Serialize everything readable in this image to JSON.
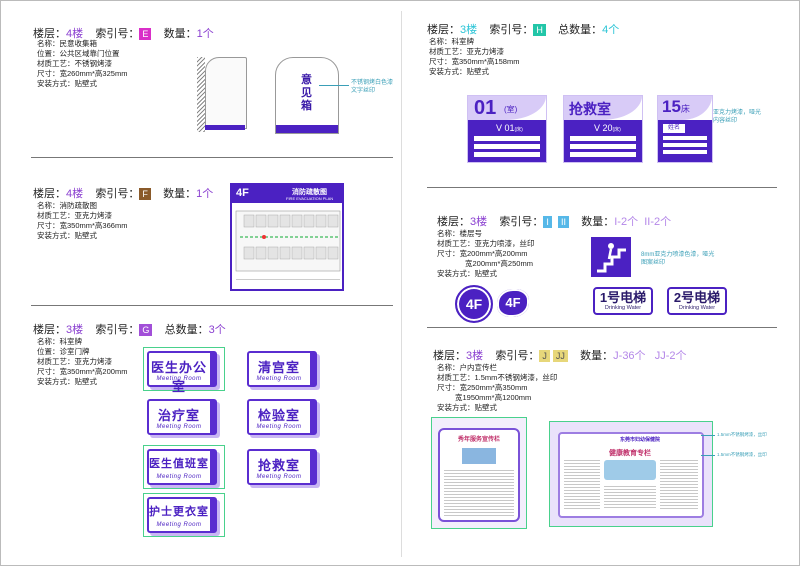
{
  "colors": {
    "accent": "#5a2dd0",
    "purple_text": "#8a3fd0",
    "cyan_text": "#2bc4d6",
    "lavender": "#c9b7f3"
  },
  "sectionE": {
    "floor_label": "楼层：",
    "floor": "4楼",
    "index_label": "索引号：",
    "index": "E",
    "qty_label": "数量：",
    "qty": "1个",
    "lines": [
      "名称：民意收集箱",
      "位置：公共区域靠门位置",
      "材质工艺：不锈钢烤漆",
      "尺寸：宽260mm*高325mm",
      "安装方式：贴壁式"
    ],
    "sign_text": "意见箱",
    "note": "不锈钢烤白色漆\n文字丝印"
  },
  "sectionF": {
    "floor_label": "楼层：",
    "floor": "4楼",
    "index_label": "索引号：",
    "index": "F",
    "qty_label": "数量：",
    "qty": "1个",
    "lines": [
      "名称：消防疏散图",
      "材质工艺：亚克力烤漆",
      "尺寸：宽350mm*高366mm",
      "安装方式：贴壁式"
    ],
    "plan_floor": "4F",
    "plan_title": "消防疏散图",
    "plan_subtitle": "FIRE EVACUATION PLAN"
  },
  "sectionG": {
    "floor_label": "楼层：",
    "floor": "3楼",
    "index_label": "索引号：",
    "index": "G",
    "qty_label": "总数量：",
    "qty": "3个",
    "lines": [
      "名称：科室牌",
      "位置：诊室门牌",
      "材质工艺：亚克力烤漆",
      "尺寸：宽350mm*高200mm",
      "安装方式：贴壁式"
    ],
    "signs": [
      "医生办公室",
      "清宫室",
      "治疗室",
      "检验室",
      "医生值班室",
      "抢救室",
      "护士更衣室"
    ],
    "sub": "Meeting Room"
  },
  "sectionH": {
    "floor_label": "楼层：",
    "floor": "3楼",
    "index_label": "索引号：",
    "index": "H",
    "qty_label": "总数量：",
    "qty": "4个",
    "lines": [
      "名称：科室牌",
      "材质工艺：亚克力烤漆",
      "尺寸：宽350mm*高158mm",
      "安装方式：贴壁式"
    ],
    "sign1_num": "01",
    "sign1_unit": "(室)",
    "sign1_v": "V 01",
    "sign1_vu": "(床)",
    "sign2_title": "抢救室",
    "sign2_v": "V 20",
    "sign2_vu": "(床)",
    "sign3_num": "15",
    "sign3_unit": "床",
    "sign3_name": "姓名",
    "note": "亚克力烤漆，哑光\n内容丝印"
  },
  "sectionI": {
    "floor_label": "楼层：",
    "floor": "3楼",
    "index_label": "索引号：",
    "index1": "I",
    "index2": "II",
    "qty_label": "数量：",
    "qty1": "I-2个",
    "qty2": "II-2个",
    "lines": [
      "名称：楼层号",
      "材质工艺：亚克力喷漆，丝印",
      "尺寸：宽200mm*高200mm",
      "宽200mm*高250mm",
      "安装方式：贴壁式"
    ],
    "floor_badge": "4F",
    "elev1": "1号电梯",
    "elev2": "2号电梯",
    "elev_sub": "Drinking Water",
    "note": "8mm亚克力喷漆色漆，哑光\n图案丝印"
  },
  "sectionJ": {
    "floor_label": "楼层：",
    "floor": "3楼",
    "index_label": "索引号：",
    "index1": "J",
    "index2": "JJ",
    "qty_label": "数量：",
    "qty1": "J-36个",
    "qty2": "JJ-2个",
    "lines": [
      "名称：户内宣传栏",
      "材质工艺：1.5mm不锈钢烤漆，丝印",
      "尺寸：宽250mm*高350mm",
      "宽1950mm*高1200mm",
      "安装方式：贴壁式"
    ],
    "board1_title": "秀年服务宣传栏",
    "board2_logo": "东莞市妇幼保健院",
    "board2_title": "健康教育专栏",
    "note1": "1.5mm不锈钢烤漆，丝印",
    "note2": "1.5mm不锈钢烤漆，丝印"
  }
}
